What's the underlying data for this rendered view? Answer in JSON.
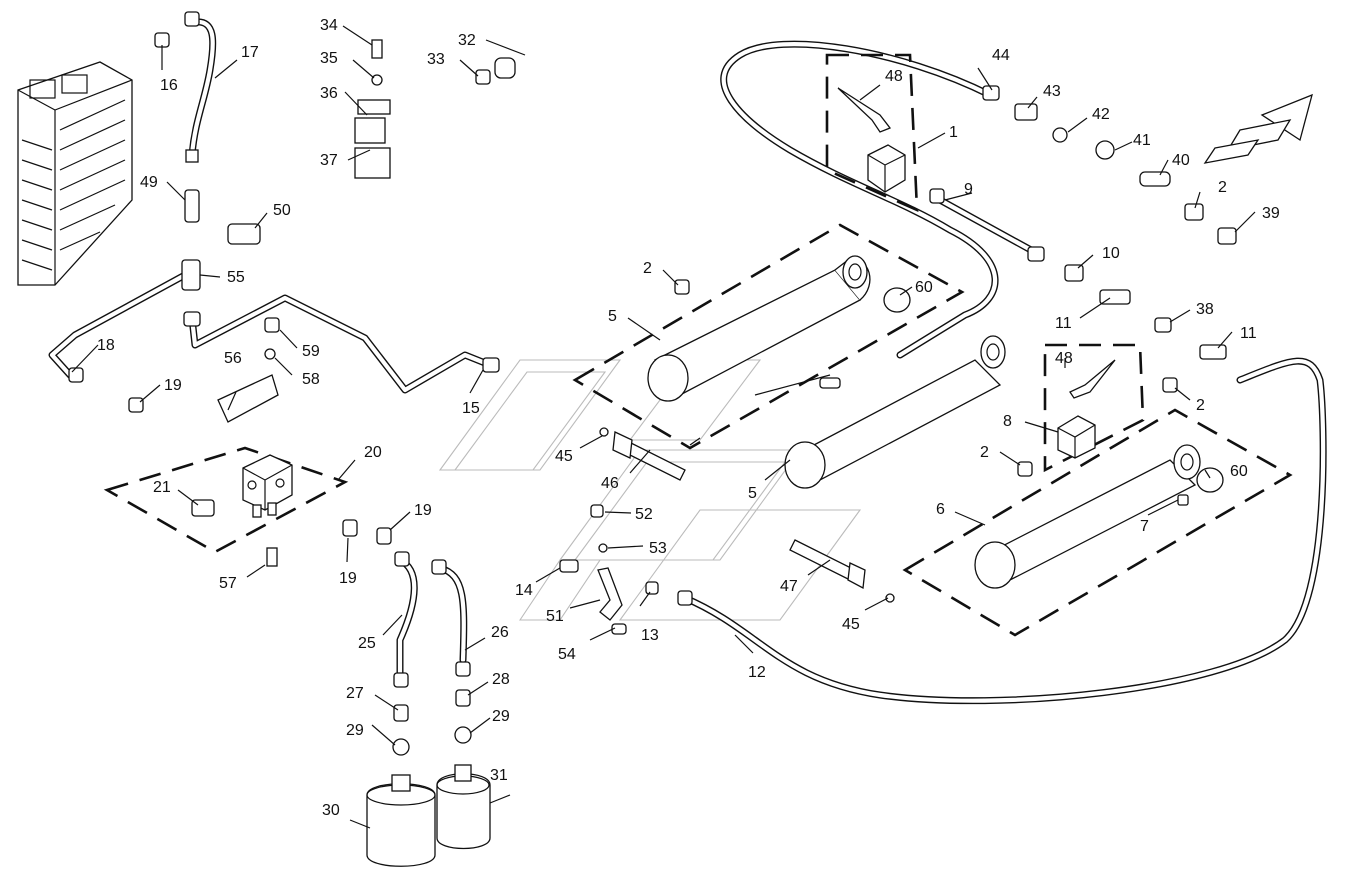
{
  "callouts": [
    {
      "id": "34",
      "text": "34"
    },
    {
      "id": "35",
      "text": "35"
    },
    {
      "id": "36",
      "text": "36"
    },
    {
      "id": "37",
      "text": "37"
    },
    {
      "id": "32",
      "text": "32"
    },
    {
      "id": "33",
      "text": "33"
    },
    {
      "id": "16",
      "text": "16"
    },
    {
      "id": "17",
      "text": "17"
    },
    {
      "id": "49",
      "text": "49"
    },
    {
      "id": "50",
      "text": "50"
    },
    {
      "id": "55",
      "text": "55"
    },
    {
      "id": "18",
      "text": "18"
    },
    {
      "id": "19a",
      "text": "19"
    },
    {
      "id": "56",
      "text": "56"
    },
    {
      "id": "59",
      "text": "59"
    },
    {
      "id": "58",
      "text": "58"
    },
    {
      "id": "15",
      "text": "15"
    },
    {
      "id": "20",
      "text": "20"
    },
    {
      "id": "21",
      "text": "21"
    },
    {
      "id": "57",
      "text": "57"
    },
    {
      "id": "19b",
      "text": "19"
    },
    {
      "id": "19c",
      "text": "19"
    },
    {
      "id": "25",
      "text": "25"
    },
    {
      "id": "26",
      "text": "26"
    },
    {
      "id": "27",
      "text": "27"
    },
    {
      "id": "28",
      "text": "28"
    },
    {
      "id": "29a",
      "text": "29"
    },
    {
      "id": "29b",
      "text": "29"
    },
    {
      "id": "30",
      "text": "30"
    },
    {
      "id": "31",
      "text": "31"
    },
    {
      "id": "14",
      "text": "14"
    },
    {
      "id": "51",
      "text": "51"
    },
    {
      "id": "52",
      "text": "52"
    },
    {
      "id": "53",
      "text": "53"
    },
    {
      "id": "13",
      "text": "13"
    },
    {
      "id": "54",
      "text": "54"
    },
    {
      "id": "12",
      "text": "12"
    },
    {
      "id": "45a",
      "text": "45"
    },
    {
      "id": "46",
      "text": "46"
    },
    {
      "id": "47",
      "text": "47"
    },
    {
      "id": "45b",
      "text": "45"
    },
    {
      "id": "5a",
      "text": "5"
    },
    {
      "id": "5b",
      "text": "5"
    },
    {
      "id": "2a",
      "text": "2"
    },
    {
      "id": "60a",
      "text": "60"
    },
    {
      "id": "48a",
      "text": "48"
    },
    {
      "id": "1",
      "text": "1"
    },
    {
      "id": "9",
      "text": "9"
    },
    {
      "id": "44",
      "text": "44"
    },
    {
      "id": "43",
      "text": "43"
    },
    {
      "id": "42",
      "text": "42"
    },
    {
      "id": "41",
      "text": "41"
    },
    {
      "id": "40",
      "text": "40"
    },
    {
      "id": "2b",
      "text": "2"
    },
    {
      "id": "39",
      "text": "39"
    },
    {
      "id": "10",
      "text": "10"
    },
    {
      "id": "11a",
      "text": "11"
    },
    {
      "id": "38",
      "text": "38"
    },
    {
      "id": "11b",
      "text": "11"
    },
    {
      "id": "48b",
      "text": "48"
    },
    {
      "id": "2c",
      "text": "2"
    },
    {
      "id": "8",
      "text": "8"
    },
    {
      "id": "2d",
      "text": "2"
    },
    {
      "id": "60b",
      "text": "60"
    },
    {
      "id": "6",
      "text": "6"
    },
    {
      "id": "7",
      "text": "7"
    }
  ]
}
